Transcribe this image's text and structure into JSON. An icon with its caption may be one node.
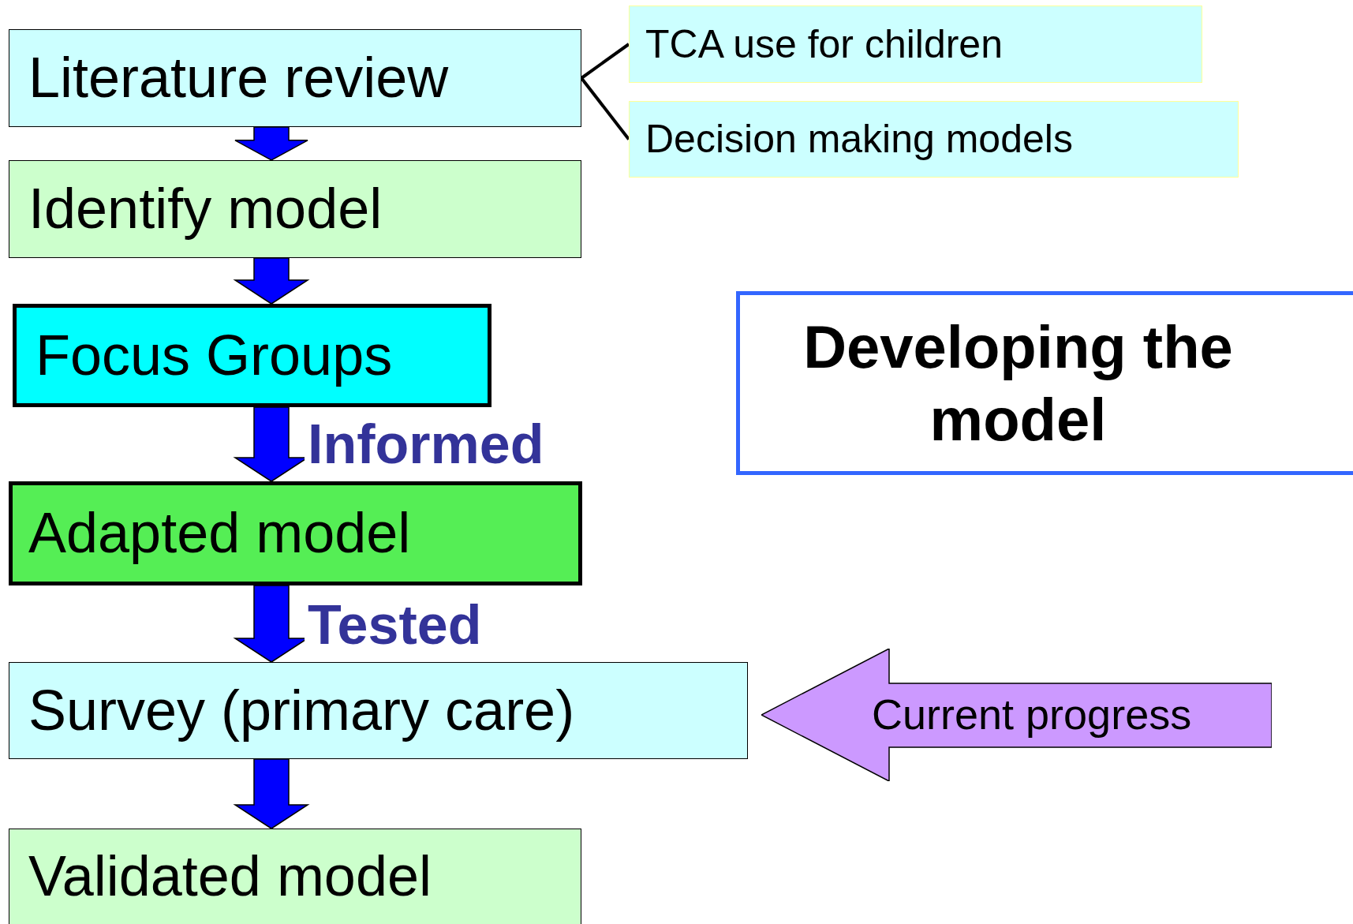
{
  "diagram": {
    "nodes": [
      {
        "text": [
          "Literature review"
        ]
      },
      {
        "text": [
          "TCA use for children"
        ]
      },
      {
        "text": [
          "Decision making models"
        ]
      },
      {
        "text": [
          "Identify model"
        ]
      },
      {
        "text": [
          "Focus Groups"
        ]
      },
      {
        "text": [
          "Adapted model"
        ]
      },
      {
        "text": [
          "Survey (primary care)"
        ]
      },
      {
        "text": [
          "Validated model"
        ]
      },
      {
        "text": [
          "Developing the model"
        ]
      },
      {
        "text": [
          "Current progress"
        ]
      }
    ],
    "edges": [
      {
        "from": 0,
        "to": 3,
        "arrow": "to",
        "style": "thick"
      },
      {
        "from": 3,
        "to": 4,
        "arrow": "to",
        "style": "thick"
      },
      {
        "from": 4,
        "to": 5,
        "arrow": "to",
        "style": "thick",
        "label": "Informed"
      },
      {
        "from": 5,
        "to": 6,
        "arrow": "to",
        "style": "thick",
        "label": "Tested"
      },
      {
        "from": 6,
        "to": 7,
        "arrow": "to",
        "style": "thick"
      },
      {
        "from": 0,
        "to": 1,
        "arrow": "none",
        "color": "#000000"
      },
      {
        "from": 0,
        "to": 2,
        "arrow": "none",
        "color": "#000000"
      }
    ]
  }
}
